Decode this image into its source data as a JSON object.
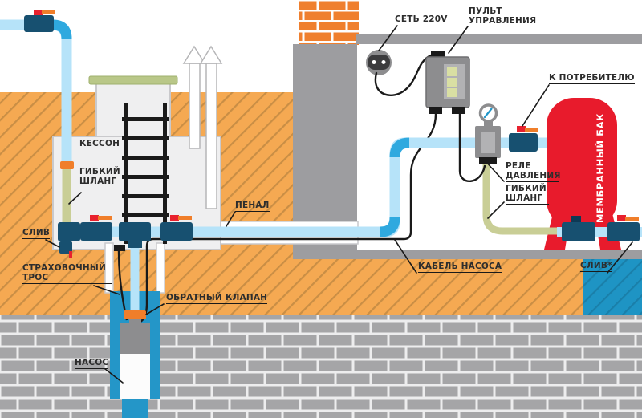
{
  "labels": {
    "kesson": "КЕССОН",
    "hose_left": "ГИБКИЙ ШЛАНГ",
    "drain_left": "СЛИВ",
    "safety_rope": "СТРАХОВОЧНЫЙ ТРОС",
    "check_valve": "ОБРАТНЫЙ КЛАПАН",
    "pump": "НАСОС",
    "penal": "ПЕНАЛ",
    "pump_cable": "КАБЕЛЬ НАСОСА",
    "power": "СЕТЬ 220V",
    "control": "ПУЛЬТ УПРАВЛЕНИЯ",
    "consumer": "К ПОТРЕБИТЕЛЮ",
    "relay": "РЕЛЕ ДАВЛЕНИЯ",
    "hose_right": "ГИБКИЙ ШЛАНГ",
    "drain_right": "СЛИВ*",
    "tank": "МЕМБРАННЫЙ БАК"
  },
  "colors": {
    "ground_orange": "#F5A952",
    "ground_hatch": "#C98E45",
    "rock_brick_gray": "#A5A5A7",
    "chimney_brick_orange": "#EF7F2E",
    "structure_gray": "#9D9DA0",
    "caisson_fill": "#EFEFF0",
    "water_blue": "#2496C8",
    "drain_pit_blue": "#1E94C4",
    "pipe_light_blue": "#B6E3F9",
    "pipe_accent_blue": "#2FA9DF",
    "valve_navy": "#175070",
    "knob_red": "#E8212E",
    "handle_orange": "#F07E2A",
    "hose_olive": "#C9CE96",
    "tank_red": "#E81B2C",
    "panel_gray": "#8D8D8F",
    "led_green": "#D9DFA3",
    "cable_black": "#1A1A1A"
  }
}
